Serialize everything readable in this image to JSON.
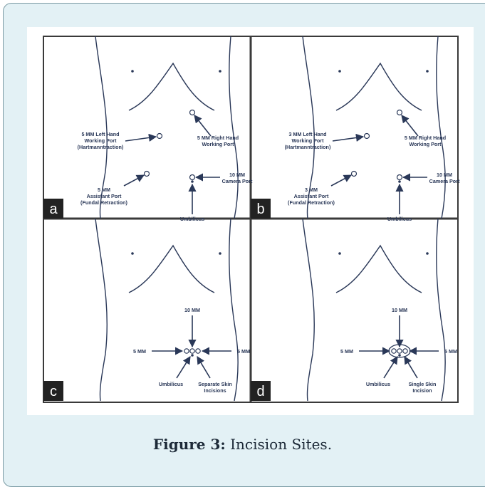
{
  "caption": {
    "label": "Figure 3:",
    "text": " Incision Sites."
  },
  "panels": [
    {
      "letter": "a",
      "labels": {
        "left_port": [
          "5 MM Left Hand",
          "Working Port",
          "(Hartmanntraction)"
        ],
        "right_port": [
          "5 MM Right Hand",
          "Working Port"
        ],
        "assistant_port": [
          "5 MM",
          "Assistant Port",
          "(Fundal Retraction)"
        ],
        "camera_port": [
          "10 MM",
          "Camera Port"
        ],
        "umbilicus": [
          "Umbilicus"
        ]
      }
    },
    {
      "letter": "b",
      "labels": {
        "left_port": [
          "3 MM Left Hand",
          "Working Port",
          "(Hartmanntraction)"
        ],
        "right_port": [
          "5 MM Right Hand",
          "Working Port"
        ],
        "assistant_port": [
          "3 MM",
          "Assistant Port",
          "(Fundal Retraction)"
        ],
        "camera_port": [
          "10 MM",
          "Camera Port"
        ],
        "umbilicus": [
          "Umbilicus"
        ]
      }
    },
    {
      "letter": "c",
      "labels": {
        "top": [
          "10 MM"
        ],
        "left": [
          "5 MM"
        ],
        "right": [
          "5 MM"
        ],
        "umbilicus": [
          "Umbilicus"
        ],
        "incision": [
          "Separate Skin",
          "Incisions"
        ]
      }
    },
    {
      "letter": "d",
      "labels": {
        "top": [
          "10 MM"
        ],
        "left": [
          "5 MM"
        ],
        "right": [
          "5 MM"
        ],
        "umbilicus": [
          "Umbilicus"
        ],
        "incision": [
          "Single Skin",
          "Incision"
        ]
      }
    }
  ]
}
